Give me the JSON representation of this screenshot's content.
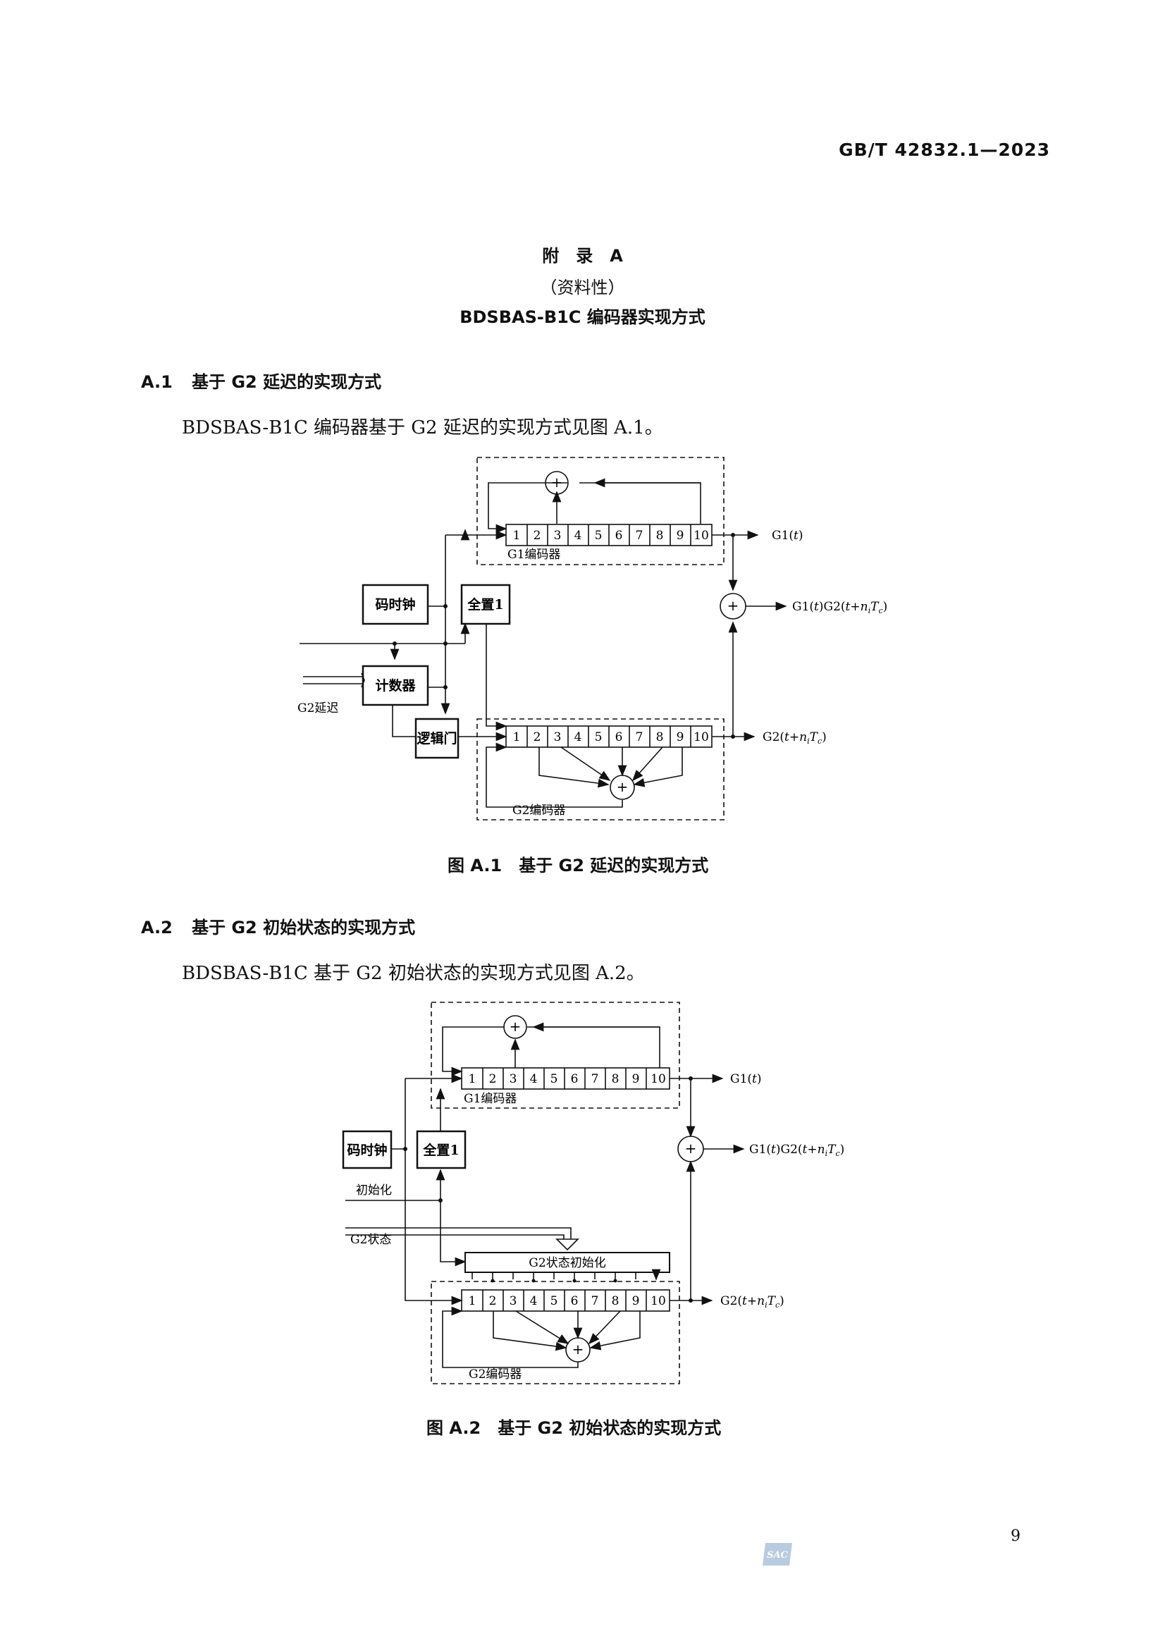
{
  "header": {
    "standard_no": "GB/T 42832.1—2023"
  },
  "annex": {
    "label_chars": [
      "附",
      "录",
      "A"
    ],
    "type": "（资料性）",
    "title": "BDSBAS-B1C 编码器实现方式"
  },
  "sections": [
    {
      "num": "A.1",
      "title": "基于 G2 延迟的实现方式",
      "text": "BDSBAS-B1C 编码器基于 G2 延迟的实现方式见图 A.1。",
      "caption": "图 A.1　基于 G2 延迟的实现方式"
    },
    {
      "num": "A.2",
      "title": "基于 G2 初始状态的实现方式",
      "text": "BDSBAS-B1C 基于 G2 初始状态的实现方式见图 A.2。",
      "caption": "图 A.2　基于 G2 初始状态的实现方式"
    }
  ],
  "fig1": {
    "cells": [
      "1",
      "2",
      "3",
      "4",
      "5",
      "6",
      "7",
      "8",
      "9",
      "10"
    ],
    "g1_label": "G1编码器",
    "g2_label": "G2编码器",
    "clock": "码时钟",
    "set1": "全置1",
    "counter": "计数器",
    "logic": "逻辑门",
    "g2_delay": "G2延迟",
    "out_g1_a": "G1(",
    "out_g1_t": "t",
    "out_g1_b": ")",
    "out_prod_a": "G1(",
    "out_prod_t": "t",
    "out_prod_b": ")G2(",
    "out_prod_c": "t",
    "out_prod_d": "+",
    "out_prod_e": "n",
    "out_prod_f": "i",
    "out_prod_g": "T",
    "out_prod_h": "c",
    "out_prod_i": ")",
    "out_g2_a": "G2(",
    "out_g2_b": "t",
    "out_g2_c": "+",
    "out_g2_d": "n",
    "out_g2_e": "i",
    "out_g2_f": "T",
    "out_g2_g": "c",
    "out_g2_h": ")",
    "xor": "+"
  },
  "fig2": {
    "cells": [
      "1",
      "2",
      "3",
      "4",
      "5",
      "6",
      "7",
      "8",
      "9",
      "10"
    ],
    "g1_label": "G1编码器",
    "g2_label": "G2编码器",
    "clock": "码时钟",
    "set1": "全置1",
    "init": "初始化",
    "g2_state": "G2状态",
    "g2_state_init": "G2状态初始化",
    "out_g1_a": "G1(",
    "out_g1_t": "t",
    "out_g1_b": ")",
    "out_prod_a": "G1(",
    "out_prod_t": "t",
    "out_prod_b": ")G2(",
    "out_prod_c": "t",
    "out_prod_d": "+",
    "out_prod_e": "n",
    "out_prod_f": "i",
    "out_prod_g": "T",
    "out_prod_h": "c",
    "out_prod_i": ")",
    "out_g2_a": "G2(",
    "out_g2_b": "t",
    "out_g2_c": "+",
    "out_g2_d": "n",
    "out_g2_e": "i",
    "out_g2_f": "T",
    "out_g2_g": "c",
    "out_g2_h": ")",
    "xor": "+"
  },
  "footer": {
    "logo": "SAC",
    "page": "9"
  }
}
